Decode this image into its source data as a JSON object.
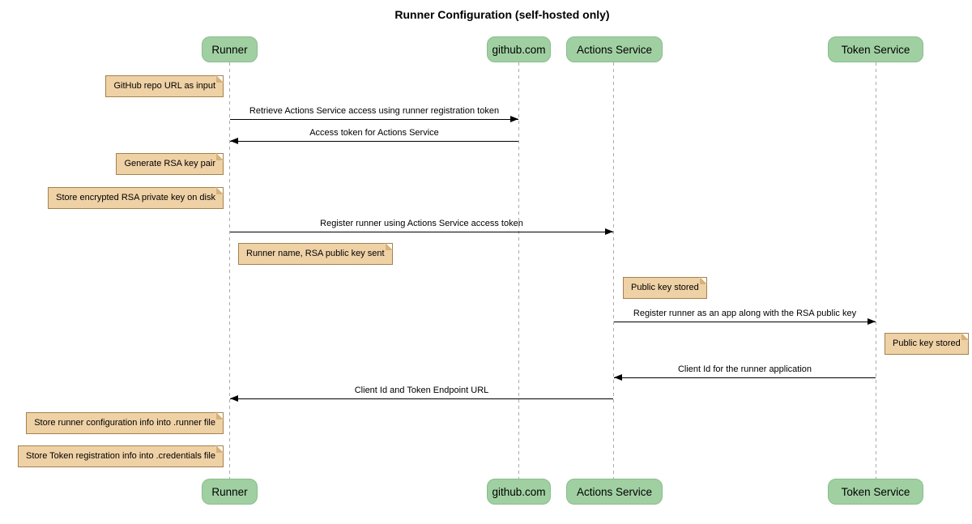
{
  "title": "Runner Configuration (self-hosted only)",
  "diagram_type": "sequence",
  "participants": [
    {
      "id": "runner",
      "label": "Runner"
    },
    {
      "id": "github",
      "label": "github.com"
    },
    {
      "id": "actions",
      "label": "Actions Service"
    },
    {
      "id": "token",
      "label": "Token Service"
    }
  ],
  "messages": [
    {
      "from": "Runner",
      "to": "github.com",
      "label": "Retrieve Actions Service access using runner registration token"
    },
    {
      "from": "github.com",
      "to": "Runner",
      "label": "Access token for Actions Service"
    },
    {
      "from": "Runner",
      "to": "Actions Service",
      "label": "Register runner using Actions Service access token"
    },
    {
      "from": "Actions Service",
      "to": "Token Service",
      "label": "Register runner as an app along with the RSA public key"
    },
    {
      "from": "Token Service",
      "to": "Actions Service",
      "label": "Client Id for the runner application"
    },
    {
      "from": "Actions Service",
      "to": "Runner",
      "label": "Client Id and Token Endpoint URL"
    }
  ],
  "notes": [
    {
      "target": "Runner",
      "side": "left",
      "label": "GitHub repo URL as input"
    },
    {
      "target": "Runner",
      "side": "left",
      "label": "Generate RSA key pair"
    },
    {
      "target": "Runner",
      "side": "left",
      "label": "Store encrypted RSA private key on disk"
    },
    {
      "target": "Runner",
      "side": "right",
      "label": "Runner name, RSA public key sent"
    },
    {
      "target": "Actions Service",
      "side": "right",
      "label": "Public key stored"
    },
    {
      "target": "Token Service",
      "side": "right",
      "label": "Public key stored"
    },
    {
      "target": "Runner",
      "side": "left",
      "label": "Store runner configuration info into .runner file"
    },
    {
      "target": "Runner",
      "side": "left",
      "label": "Store Token registration info into .credentials file"
    }
  ],
  "colors": {
    "participant_fill": "#A0D0A2",
    "participant_border": "#89BC8C",
    "note_fill": "#EFD1A6",
    "note_border": "#A5814B",
    "note_fold": "#D8B276",
    "lifeline": "#ABABAB",
    "arrow": "#000000",
    "background": "#FFFFFF",
    "text": "#000000"
  }
}
